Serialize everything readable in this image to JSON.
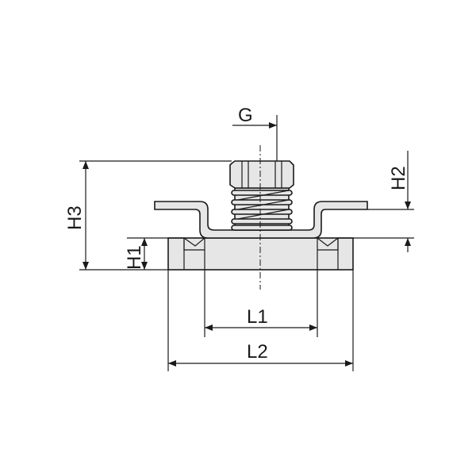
{
  "dimensions": {
    "G": "G",
    "H1": "H1",
    "H2": "H2",
    "H3": "H3",
    "L1": "L1",
    "L2": "L2"
  },
  "colors": {
    "part_fill": "#e6e6e6",
    "line": "#1a1a1a"
  }
}
